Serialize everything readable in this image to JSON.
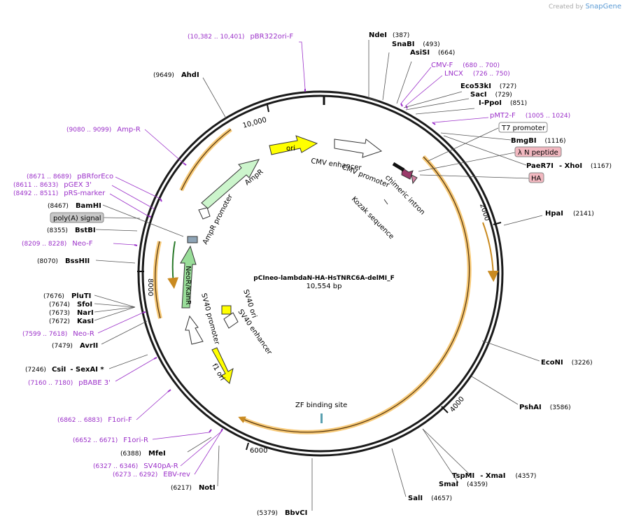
{
  "credit": {
    "prefix": "Created by",
    "brand": "SnapGene"
  },
  "plasmid": {
    "name": "pCIneo-lambdaN-HA-HsTNRC6A-delMI_F",
    "size": "10,554 bp",
    "length": 10554
  },
  "ticks": [
    "2000",
    "4000",
    "6000",
    "8000",
    "10,000"
  ],
  "sites": [
    {
      "name": "NdeI",
      "pos": "(387)"
    },
    {
      "name": "SnaBI",
      "pos": "(493)"
    },
    {
      "name": "AsiSI",
      "pos": "(664)"
    },
    {
      "name": "Eco53kI",
      "pos": "(727)"
    },
    {
      "name": "SacI",
      "pos": "(729)"
    },
    {
      "name": "I-PpoI",
      "pos": "(851)"
    },
    {
      "name": "BmgBI",
      "pos": "(1116)"
    },
    {
      "name": "PaeR7I",
      "name2": "- XhoI",
      "pos": "(1167)"
    },
    {
      "name": "HpaI",
      "pos": "(2141)"
    },
    {
      "name": "EcoNI",
      "pos": "(3226)"
    },
    {
      "name": "PshAI",
      "pos": "(3586)"
    },
    {
      "name": "TspMI",
      "name2": "- XmaI",
      "pos": "(4357)"
    },
    {
      "name": "SmaI",
      "pos": "(4359)"
    },
    {
      "name": "SalI",
      "pos": "(4657)"
    },
    {
      "name": "BbvCI",
      "pos": "(5379)"
    },
    {
      "name": "NotI",
      "pos": "(6217)"
    },
    {
      "name": "MfeI",
      "pos": "(6388)"
    },
    {
      "name": "CsiI",
      "name2": "- SexAI *",
      "pos": "(7246)"
    },
    {
      "name": "AvrII",
      "pos": "(7479)"
    },
    {
      "name": "KasI",
      "pos": "(7672)"
    },
    {
      "name": "NarI",
      "pos": "(7673)"
    },
    {
      "name": "SfoI",
      "pos": "(7674)"
    },
    {
      "name": "PluTI",
      "pos": "(7676)"
    },
    {
      "name": "BssHII",
      "pos": "(8070)"
    },
    {
      "name": "BstBI",
      "pos": "(8355)"
    },
    {
      "name": "BamHI",
      "pos": "(8467)"
    },
    {
      "name": "AhdI",
      "pos": "(9649)"
    }
  ],
  "primers": [
    {
      "name": "pBR322ori-F",
      "range": "(10,382 .. 10,401)"
    },
    {
      "name": "CMV-F",
      "range": "(680 .. 700)"
    },
    {
      "name": "LNCX",
      "range": "(726 .. 750)"
    },
    {
      "name": "pMT2-F",
      "range": "(1005 .. 1024)"
    },
    {
      "name": "Amp-R",
      "range": "(9080 .. 9099)"
    },
    {
      "name": "pBRforEco",
      "range": "(8671 .. 8689)"
    },
    {
      "name": "pGEX 3'",
      "range": "(8611 .. 8633)"
    },
    {
      "name": "pRS-marker",
      "range": "(8492 .. 8511)"
    },
    {
      "name": "Neo-F",
      "range": "(8209 .. 8228)"
    },
    {
      "name": "Neo-R",
      "range": "(7599 .. 7618)"
    },
    {
      "name": "pBABE 3'",
      "range": "(7160 .. 7180)"
    },
    {
      "name": "F1ori-F",
      "range": "(6862 .. 6883)"
    },
    {
      "name": "F1ori-R",
      "range": "(6652 .. 6671)"
    },
    {
      "name": "SV40pA-R",
      "range": "(6327 .. 6346)"
    },
    {
      "name": "EBV-rev",
      "range": "(6273 .. 6292)"
    }
  ],
  "boxed_features": [
    "T7 promoter",
    "λ N peptide",
    "HA",
    "poly(A) signal"
  ],
  "features": {
    "ori": "ori",
    "cmv_enhancer": "CMV enhancer",
    "cmv_promoter": "CMV promoter",
    "chimeric_intron": "chimeric intron",
    "kozak": "Kozak sequence",
    "ampr": "AmpR",
    "ampr_promoter": "AmpR promoter",
    "neor": "NeoR/KanR",
    "sv40_promoter": "SV40 promoter",
    "sv40_ori": "SV40 ori",
    "sv40_enhancer": "SV40 enhancer",
    "f1_ori": "f1 ori",
    "zf_site": "ZF binding site"
  },
  "colors": {
    "backbone": "#1a1a1a",
    "orf_fill": "#f7c977",
    "orf_line": "#5a3a10",
    "primer": "#9b30c9",
    "ori_fill": "#ffff00",
    "ampr_fill": "#ccf5cc",
    "neor_fill": "#99dd99",
    "promoter_fill": "#ffffff",
    "pink_box": "#f2b8c0",
    "gray_box": "#c8c8c8"
  }
}
